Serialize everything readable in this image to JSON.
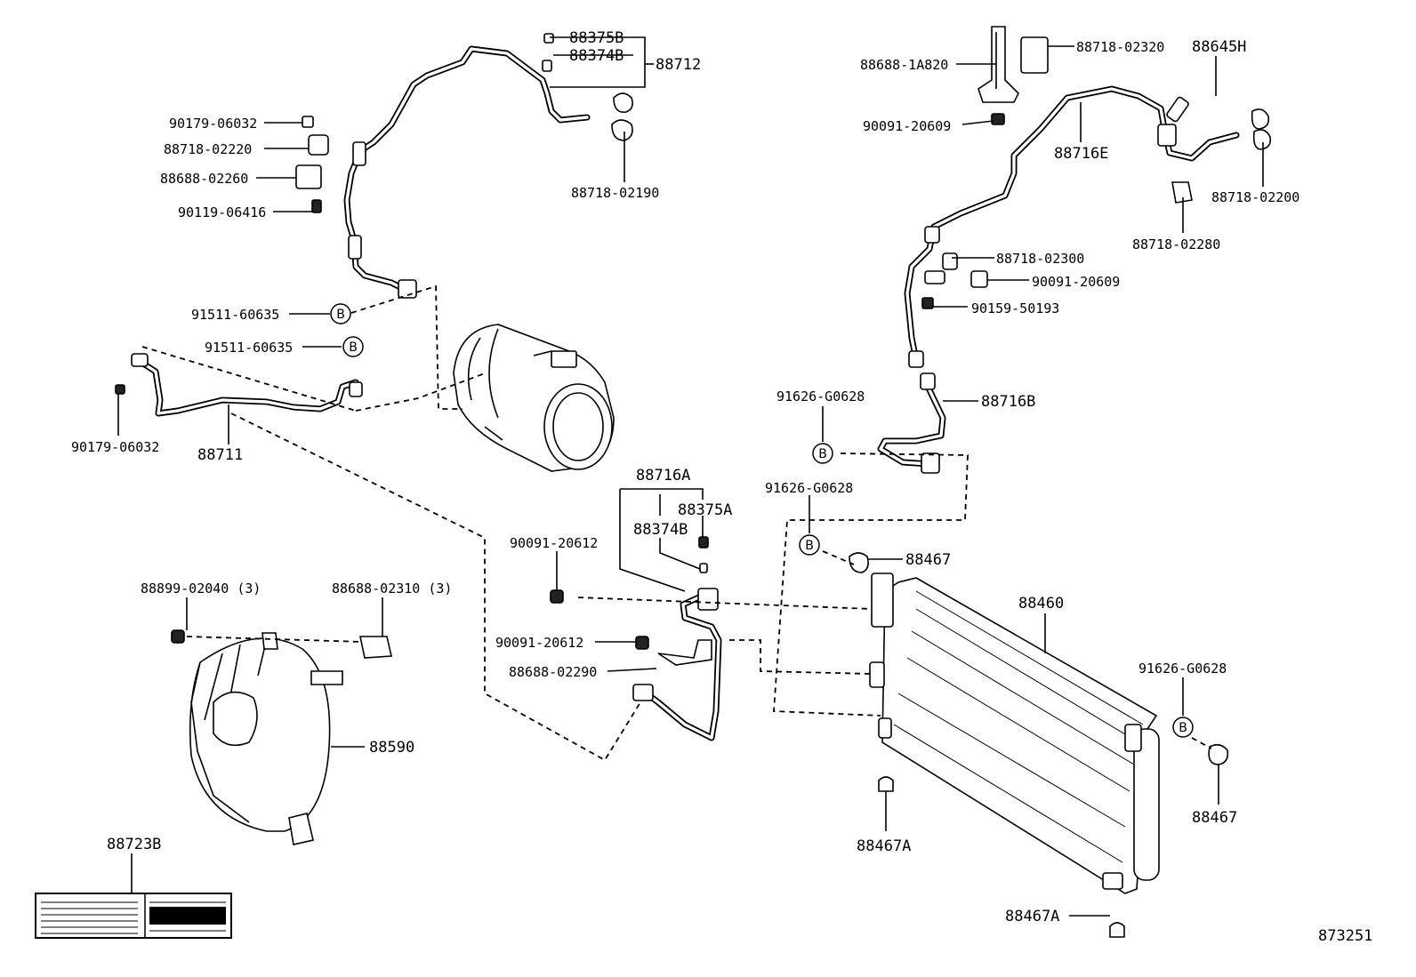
{
  "labels": {
    "p88375B_top": "88375B",
    "p88374B_top": "88374B",
    "p88712": "88712",
    "p88718_02190": "88718-02190",
    "p90179_06032_a": "90179-06032",
    "p88718_02220": "88718-02220",
    "p88688_02260": "88688-02260",
    "p90119_06416": "90119-06416",
    "p91511_60635_a": "91511-60635",
    "p91511_60635_b": "91511-60635",
    "p90179_06032_b": "90179-06032",
    "p88711": "88711",
    "p88688_1A820": "88688-1A820",
    "p88718_02320": "88718-02320",
    "p88645H": "88645H",
    "p90091_20609_a": "90091-20609",
    "p88716E": "88716E",
    "p88718_02200": "88718-02200",
    "p88718_02280": "88718-02280",
    "p88718_02300": "88718-02300",
    "p90091_20609_b": "90091-20609",
    "p90159_50193": "90159-50193",
    "p91626_G0628_a": "91626-G0628",
    "p88716B": "88716B",
    "p91626_G0628_b": "91626-G0628",
    "p88716A": "88716A",
    "p88375A": "88375A",
    "p88374B_mid": "88374B",
    "p90091_20612_a": "90091-20612",
    "p88467_top": "88467",
    "p88899_02040": "88899-02040 (3)",
    "p88688_02310": "88688-02310 (3)",
    "p90091_20612_b": "90091-20612",
    "p88460": "88460",
    "p88688_02290": "88688-02290",
    "p91626_G0628_c": "91626-G0628",
    "p88590": "88590",
    "p88467_right": "88467",
    "p88467A_mid": "88467A",
    "p88723B": "88723B",
    "p88467A_bot": "88467A",
    "diagram_number": "873251"
  },
  "circle_marker": "B",
  "colors": {
    "ink": "#000000",
    "paper": "#ffffff"
  }
}
